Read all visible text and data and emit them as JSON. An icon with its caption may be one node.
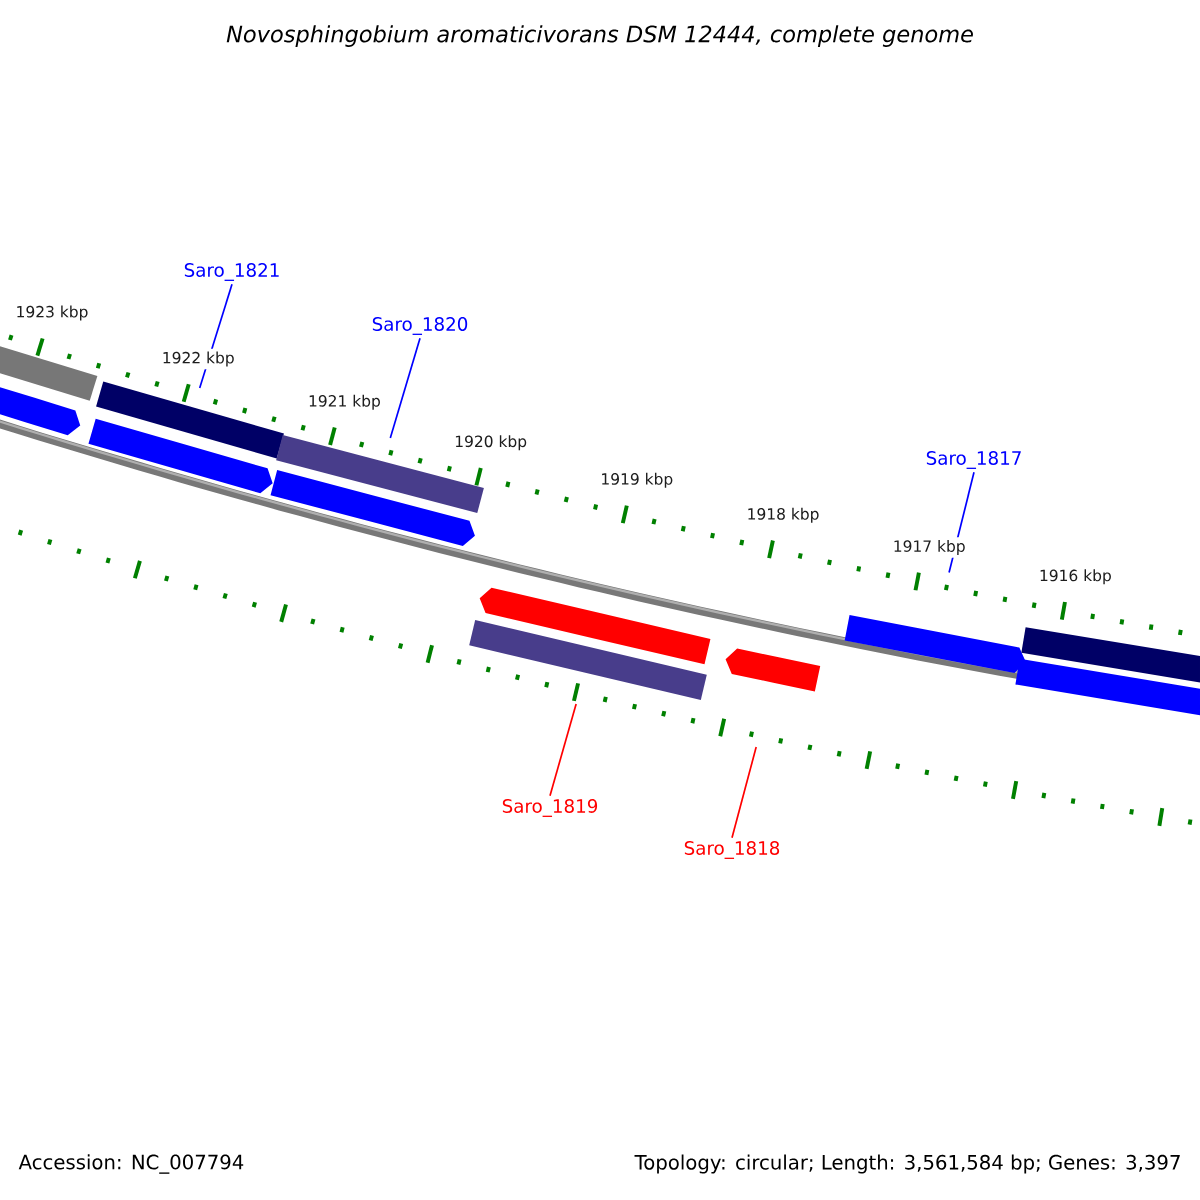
{
  "diagram": {
    "title": "Novosphingobium aromaticivorans DSM 12444, complete genome",
    "nodes": [
      {
        "text": [
          "Saro_1821"
        ]
      },
      {
        "text": [
          "Saro_1820"
        ]
      },
      {
        "text": [
          "Saro_1817"
        ]
      },
      {
        "text": [
          "Saro_1819"
        ]
      },
      {
        "text": [
          "Saro_1818"
        ]
      },
      {
        "text": [],
        "shape": "bar"
      },
      {
        "text": [],
        "shape": "pentagon"
      },
      {
        "text": [],
        "shape": "bar"
      },
      {
        "text": [],
        "shape": "pentagon"
      },
      {
        "text": [],
        "shape": "bar"
      },
      {
        "text": [],
        "shape": "pentagon"
      },
      {
        "text": [],
        "shape": "bar"
      },
      {
        "text": [],
        "shape": "pentagon"
      },
      {
        "text": [],
        "shape": "pentagon"
      },
      {
        "text": [],
        "shape": "pentagon"
      },
      {
        "text": [],
        "shape": "bar"
      },
      {
        "text": [],
        "shape": "bar"
      }
    ],
    "edges": [
      {
        "from": 0,
        "to": 7,
        "arrow": "none"
      },
      {
        "from": 1,
        "to": 9,
        "arrow": "none"
      },
      {
        "from": 2,
        "to": 14,
        "arrow": "none"
      },
      {
        "from": 3,
        "to": 11,
        "arrow": "none",
        "color": "#ff0000"
      },
      {
        "from": 4,
        "to": 13,
        "arrow": "none",
        "color": "#ff0000"
      }
    ],
    "labels": [
      "1923 kbp",
      "1922 kbp",
      "1921 kbp",
      "1920 kbp",
      "1919 kbp",
      "1918 kbp",
      "1917 kbp",
      "1916 kbp",
      "Accession: NC_007794",
      "Topology: circular; Length: 3,561,584 bp; Genes: 3,397"
    ]
  }
}
